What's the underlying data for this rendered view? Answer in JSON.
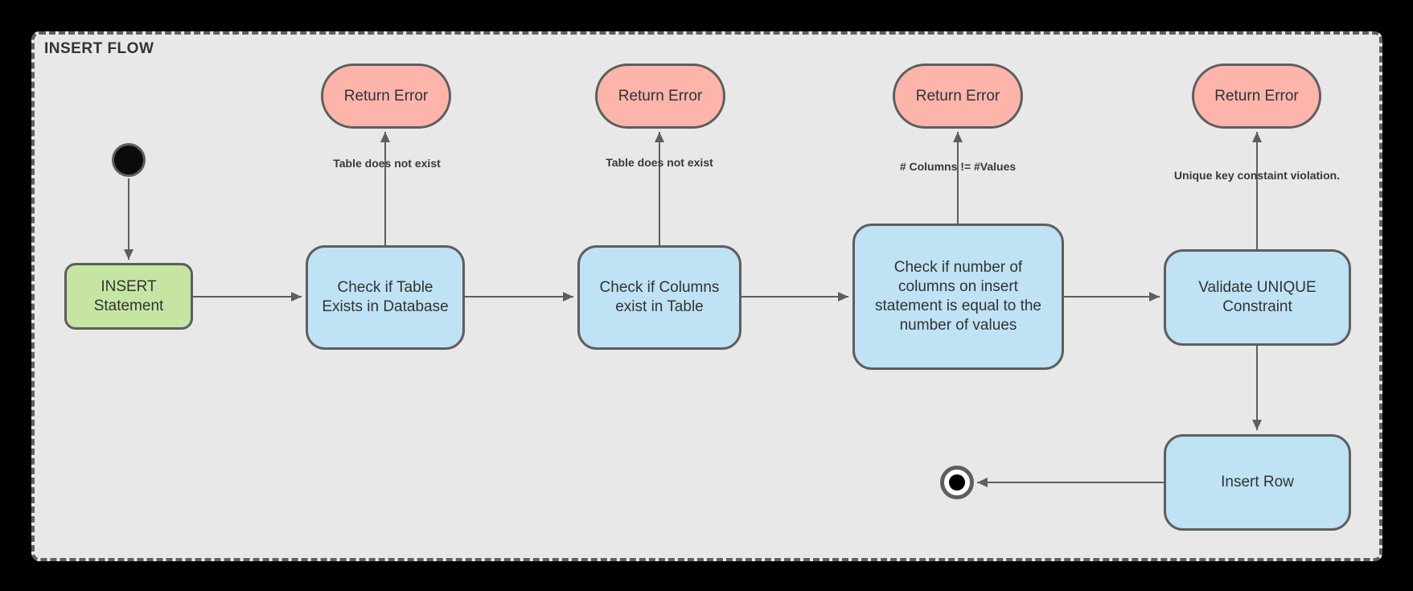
{
  "frame": {
    "title": "INSERT FLOW"
  },
  "colors": {
    "page_background": "#000000",
    "canvas_fill": "#e8e8e8",
    "frame_border": "#5f5f5f",
    "shape_stroke": "#5e5e5e",
    "process_fill": "#bfe2f4",
    "start_action_fill": "#c6e5a3",
    "error_fill": "#fcb4ab",
    "text": "#333333"
  },
  "nodes": {
    "start": {
      "type": "initial-state"
    },
    "insert_statement": {
      "label": "INSERT\nStatement"
    },
    "check_table": {
      "label": "Check if Table\nExists in Database"
    },
    "check_columns": {
      "label": "Check if Columns\nexist in Table"
    },
    "check_value_count": {
      "label": "Check if number of\ncolumns on insert\nstatement is equal to the\nnumber of values"
    },
    "validate_unique": {
      "label": "Validate UNIQUE\nConstraint"
    },
    "insert_row": {
      "label": "Insert Row"
    },
    "end": {
      "type": "final-state"
    }
  },
  "error_nodes": [
    {
      "label": "Return Error"
    },
    {
      "label": "Return Error"
    },
    {
      "label": "Return Error"
    },
    {
      "label": "Return Error"
    }
  ],
  "edge_labels": [
    {
      "text": "Table does not exist"
    },
    {
      "text": "Table does not exist"
    },
    {
      "text": "# Columns != #Values"
    },
    {
      "text": "Unique key constaint violation."
    }
  ]
}
